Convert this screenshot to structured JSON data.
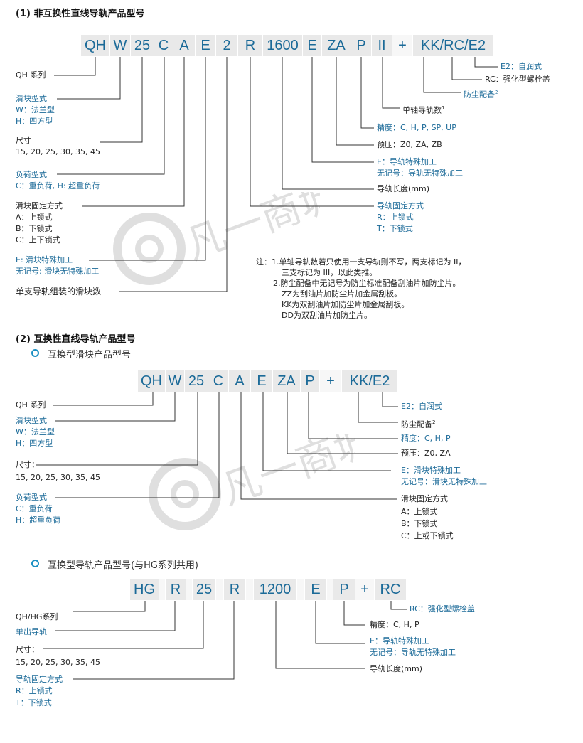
{
  "sec1": {
    "title": "(1) 非互换性直线导轨产品型号",
    "codes": [
      "QH",
      "W",
      "25",
      "C",
      "A",
      "E",
      "2",
      "R",
      "1600",
      "E",
      "ZA",
      "P",
      "II",
      "+",
      "KK/RC/E2"
    ],
    "left": {
      "series": "QH 系列",
      "slider_type": "滑块型式",
      "w_flange": "W：法兰型",
      "h_square": "H：四方型",
      "size": "尺寸",
      "sizes": "15, 20, 25, 30, 35, 45",
      "load_type": "负荷型式",
      "load_opts": "C：重负荷, H: 超重负荷",
      "fix_method": "滑块固定方式",
      "fix_a": "A：上锁式",
      "fix_b": "B：下锁式",
      "fix_c": "C：上下锁式",
      "e_special": "E: 滑块特殊加工",
      "e_none": "无记号: 滑块无特殊加工",
      "block_count": "单支导轨组装的滑块数"
    },
    "right": {
      "e2": "E2：自润式",
      "rc": "RC：强化型螺栓盖",
      "dust": "防尘配备",
      "dust_sup": "2",
      "rail_count": "单轴导轨数",
      "rail_count_sup": "1",
      "precision": "精度：C, H, P, SP, UP",
      "preload": "预压：Z0, ZA, ZB",
      "e_rail": "E：导轨特殊加工",
      "e_rail_none": "无记号：导轨无特殊加工",
      "length": "导轨长度(mm)",
      "rail_fix": "导轨固定方式",
      "rail_r": "R：上锁式",
      "rail_t": "T：下锁式"
    },
    "notes": [
      "注：1.单轴导轨数若只使用一支导轨则不写，两支标记为 II，",
      "三支标记为 III，以此类推。",
      "2.防尘配备中无记号为防尘标准配备刮油片加防尘片。",
      "ZZ为刮油片加防尘片加金属刮板。",
      "KK为双刮油片加防尘片加金属刮板。",
      "DD为双刮油片加防尘片。"
    ]
  },
  "sec2": {
    "title": "(2) 互换性直线导轨产品型号",
    "sub1": "互换型滑块产品型号",
    "codes": [
      "QH",
      "W",
      "25",
      "C",
      "A",
      "E",
      "ZA",
      "P",
      "+",
      "KK/E2"
    ],
    "left": {
      "series": "QH 系列",
      "slider_type": "滑块型式",
      "w_flange": "W：法兰型",
      "h_square": "H：四方型",
      "size": "尺寸：",
      "sizes": "15, 20, 25, 30, 35, 45",
      "load_type": "负荷型式",
      "load_c": "C：重负荷",
      "load_h": "H：超重负荷"
    },
    "right": {
      "e2": "E2：自润式",
      "dust": "防尘配备",
      "dust_sup": "2",
      "precision": "精度：C, H, P",
      "preload": "预压：Z0, ZA",
      "e_block": "E：滑块特殊加工",
      "e_block_none": "无记号：滑块无特殊加工",
      "fix_method": "滑块固定方式",
      "fix_a": "A：上锁式",
      "fix_b": "B：下锁式",
      "fix_c": "C：上或下锁式"
    },
    "sub2": "互换型导轨产品型号(与HG系列共用)",
    "codes2": [
      "HG",
      "R",
      "25",
      "R",
      "1200",
      "E",
      "P",
      "+",
      "RC"
    ],
    "left2": {
      "series": "QH/HG系列",
      "single_rail": "单出导轨",
      "size": "尺寸：",
      "sizes": "15, 20, 25, 30, 35, 45",
      "rail_fix": "导轨固定方式",
      "rail_r": "R：上锁式",
      "rail_t": "T：下锁式"
    },
    "right2": {
      "rc": "RC：强化型螺栓盖",
      "precision": "精度：C, H, P",
      "e_rail": "E：导轨特殊加工",
      "e_rail_none": "无记号：导轨无特殊加工",
      "length": "导轨长度(mm)"
    }
  },
  "colors": {
    "blue": "#1b6a98",
    "accent": "#1a8fc2",
    "cell": "#e9e9e9"
  }
}
